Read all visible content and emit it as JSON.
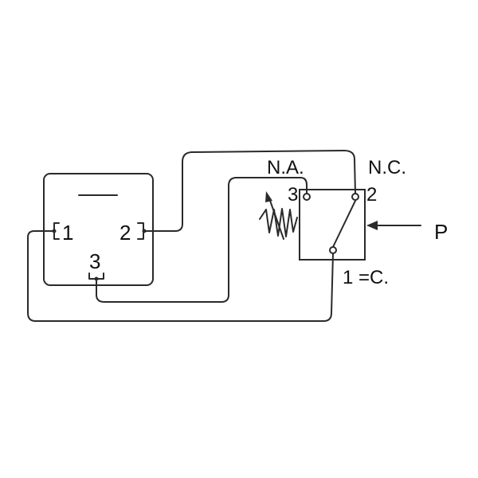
{
  "labels": {
    "device_terminal_1": "1",
    "device_terminal_2": "2",
    "device_terminal_3": "3",
    "switch_no": "N.A.",
    "switch_nc": "N.C.",
    "switch_terminal_3": "3",
    "switch_terminal_2": "2",
    "switch_common": "1 =C.",
    "pressure": "P"
  },
  "colors": {
    "line": "#2a2a2a",
    "text": "#111111",
    "background": "#ffffff"
  }
}
